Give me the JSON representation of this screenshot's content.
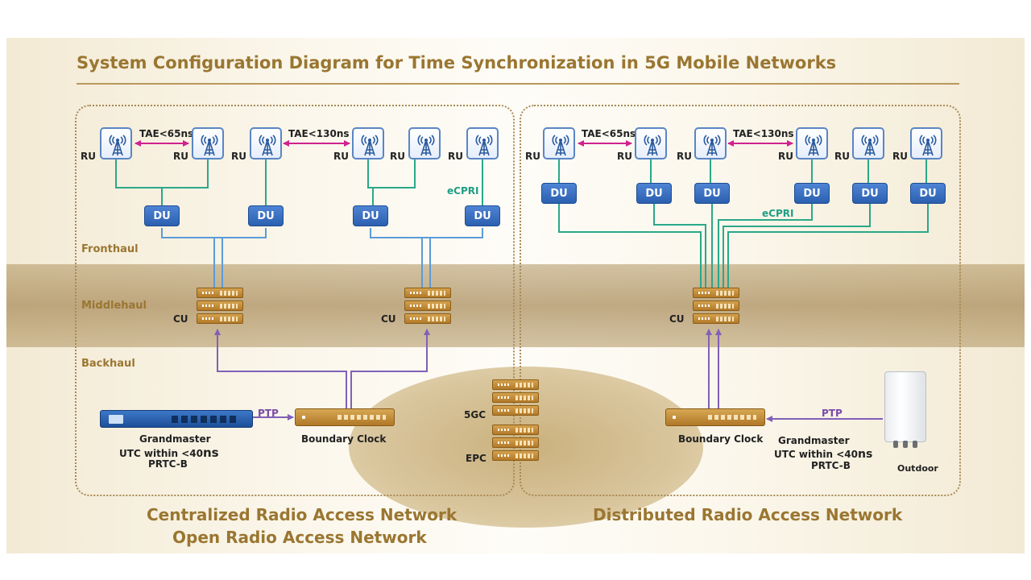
{
  "title": "System Configuration Diagram for Time Synchronization in 5G Mobile Networks",
  "segments": {
    "fronthaul": "Fronthaul",
    "middlehaul": "Middlehaul",
    "backhaul": "Backhaul"
  },
  "networks": {
    "centralized": "Centralized Radio Access Network",
    "open": "Open Radio Access Network",
    "distributed": "Distributed Radio Access Network"
  },
  "devices": {
    "ru": "RU",
    "du": "DU",
    "cu": "CU",
    "boundary_clock": "Boundary Clock",
    "fivegc": "5GC",
    "epc": "EPC",
    "outdoor": "Outdoor"
  },
  "tae": {
    "tight": "TAE<65ns",
    "loose": "TAE<130ns"
  },
  "links": {
    "ptp": "PTP",
    "ecpri": "eCPRI"
  },
  "grandmaster_left": {
    "name": "Grandmaster",
    "utc_prefix": "UTC within <40",
    "utc_suffix": "ns",
    "class": "PRTC-B"
  },
  "grandmaster_right": {
    "name": "Grandmaster",
    "utc_prefix": "UTC within <40",
    "utc_suffix": "ns",
    "class": "PRTC-B"
  },
  "colors": {
    "title": "#9a7631",
    "fronthaul_link": "#2aa889",
    "middlehaul_link": "#5b9bd8",
    "backhaul_link": "#8060b8",
    "tae_arrow": "#d0228f",
    "du": "#2b5fb0",
    "ru_border": "#5a86c4",
    "cu": "#c48c3a"
  }
}
